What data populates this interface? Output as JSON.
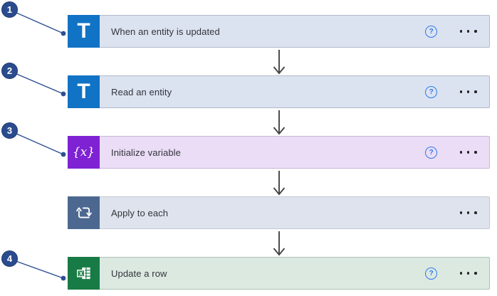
{
  "workflow": {
    "help_glyph": "?",
    "steps": [
      {
        "label": "When an entity is updated",
        "icon": "dynamics-t-icon",
        "icon_glyph": "T",
        "tile_color": "#1173c5",
        "row_color": "#dce3f0",
        "has_help": true,
        "has_menu": true
      },
      {
        "label": "Read an entity",
        "icon": "dynamics-t-icon",
        "icon_glyph": "T",
        "tile_color": "#1173c5",
        "row_color": "#dce3f0",
        "has_help": true,
        "has_menu": true
      },
      {
        "label": "Initialize variable",
        "icon": "variable-braces-icon",
        "icon_glyph": "{x}",
        "tile_color": "#7e22d3",
        "row_color": "#ebddf6",
        "has_help": true,
        "has_menu": true
      },
      {
        "label": "Apply to each",
        "icon": "loop-icon",
        "tile_color": "#4c6890",
        "row_color": "#dee3ed",
        "has_help": false,
        "has_menu": true
      },
      {
        "label": "Update a row",
        "icon": "excel-icon",
        "icon_glyph": "X",
        "tile_color": "#187a44",
        "row_color": "#dce9e1",
        "has_help": true,
        "has_menu": true
      }
    ]
  },
  "callouts": [
    {
      "number": "1",
      "target": "When an entity is updated"
    },
    {
      "number": "2",
      "target": "Read an entity"
    },
    {
      "number": "3",
      "target": "Initialize variable"
    },
    {
      "number": "4",
      "target": "Update a row"
    }
  ],
  "colors": {
    "badge": "#2a4c8f",
    "callout_line": "#2d4f93",
    "flow_arrow": "#454442",
    "help_icon": "#2f78ee",
    "canvas_bg": "#ffffff"
  }
}
